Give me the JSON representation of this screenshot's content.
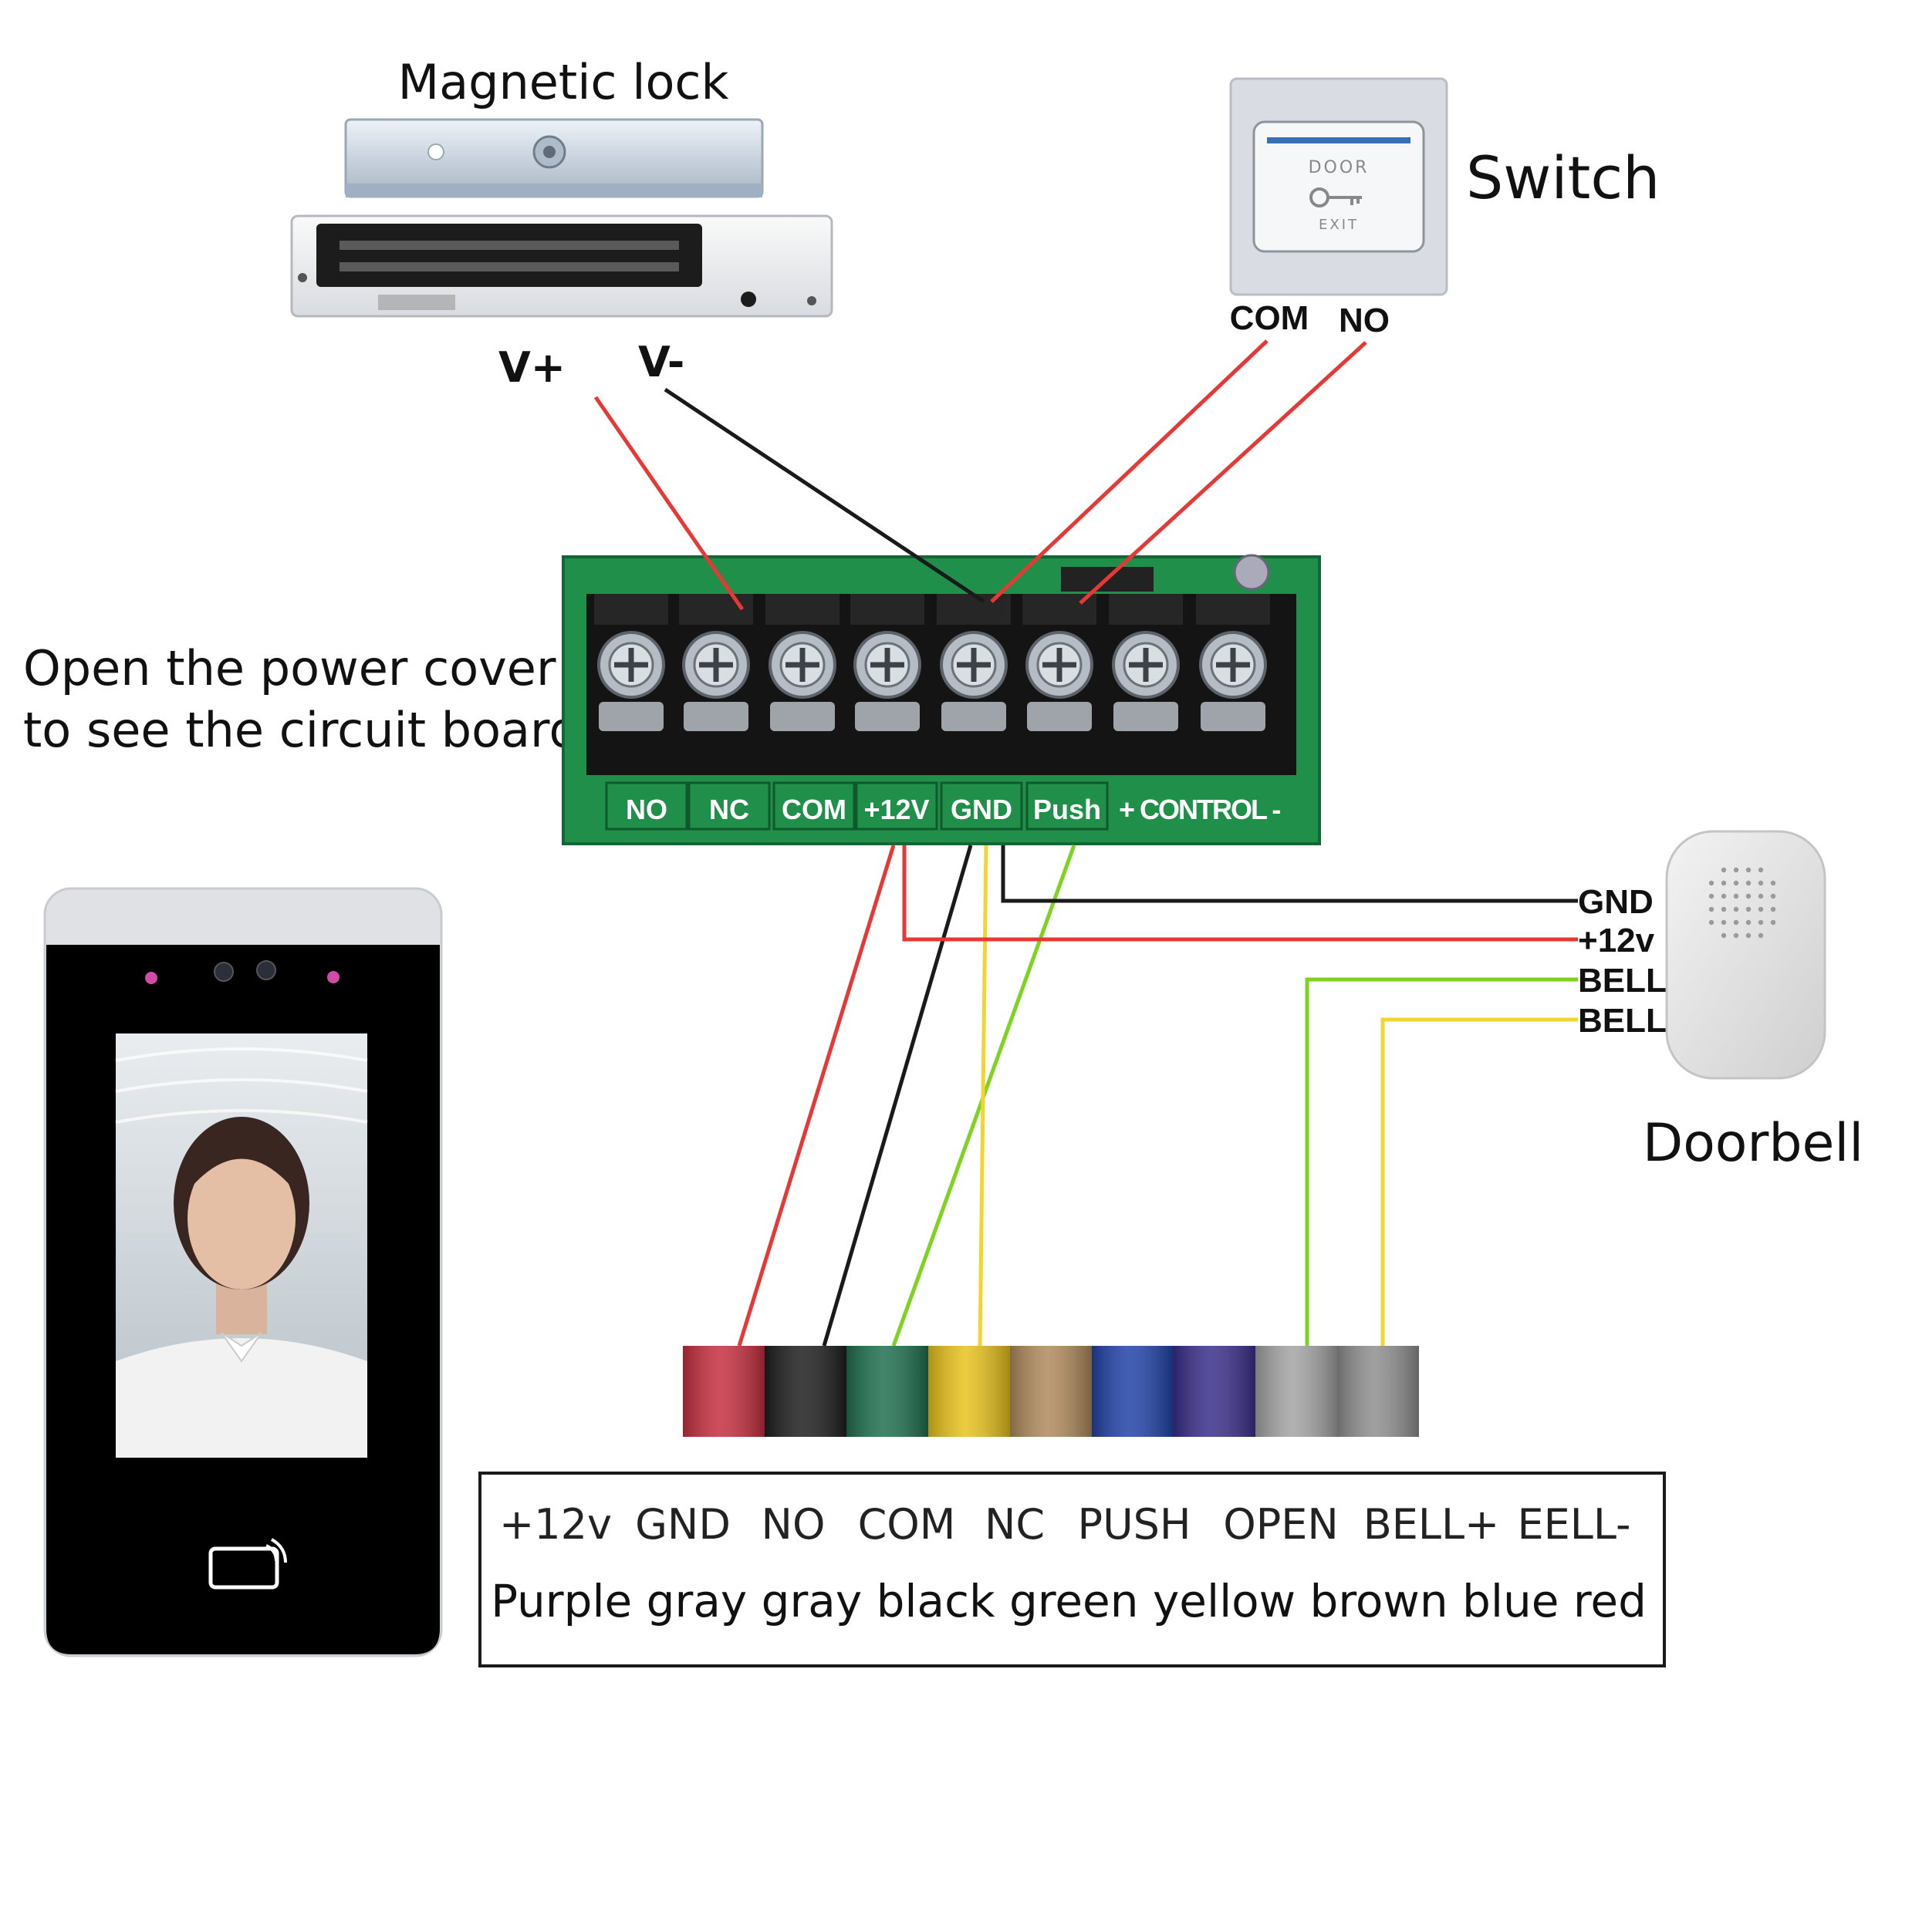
{
  "colors": {
    "red": "#e53935",
    "black": "#1a1a1a",
    "green": "#7ed321",
    "yellow": "#f2d530",
    "board": "#1f8f4a"
  },
  "labels": {
    "magnetic_lock": "Magnetic lock",
    "switch": "Switch",
    "vplus": "V+",
    "vminus": "V-",
    "switch_com": "COM",
    "switch_no": "NO",
    "power_cover_line1": "Open the power cover",
    "power_cover_line2": "to see the circuit board",
    "doorbell": "Doorbell"
  },
  "exit_button": {
    "line1": "DOOR",
    "line2": "EXIT"
  },
  "terminal_block": {
    "labels": [
      "NO",
      "NC",
      "COM",
      "+12V",
      "GND",
      "Push"
    ],
    "control_label": "+ CONTROL -"
  },
  "doorbell_wires": [
    "GND",
    "+12v",
    "BELL",
    "BELL"
  ],
  "cable_colors": [
    "#c62f40",
    "#1e1e1e",
    "#1f6f4f",
    "#e7c21c",
    "#b08a5c",
    "#2243a7",
    "#3a2f8a",
    "#a4a4a4",
    "#8f8f8f"
  ],
  "legend": {
    "functions": [
      "+12v",
      "GND",
      "NO",
      "COM",
      "NC",
      "PUSH",
      "OPEN",
      "BELL+",
      "EELL-"
    ],
    "colors_line": "Purple gray gray black green yellow brown blue red"
  }
}
